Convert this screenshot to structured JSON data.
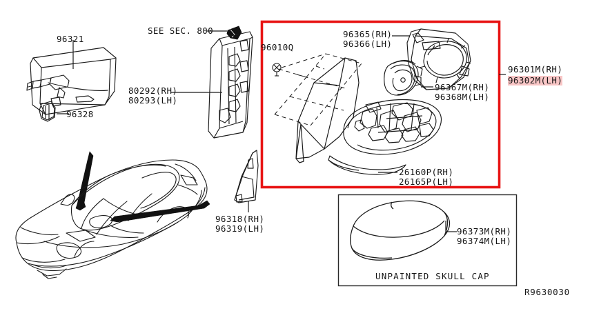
{
  "diagram": {
    "drawing_number": "R9630030",
    "highlight_color": "#f9c6c6",
    "callout_box_color": "#e81414"
  },
  "labels": {
    "inside_mirror": "96321",
    "inside_mirror_base": "96328",
    "see_section": "SEE SEC. 800",
    "trim_rh": "80292(RH)",
    "trim_lh": "80293(LH)",
    "screw": "96010Q",
    "glass_holder_rh": "96365(RH)",
    "glass_holder_lh": "96366(LH)",
    "actuator_rh": "96367M(RH)",
    "actuator_lh": "96368M(LH)",
    "mirror_assy_rh": "96301M(RH)",
    "mirror_assy_lh": "96302M(LH)",
    "lamp_rh": "26160P(RH)",
    "lamp_lh": "26165P(LH)",
    "corner_cover_rh": "96318(RH)",
    "corner_cover_lh": "96319(LH)",
    "skull_cap_rh": "96373M(RH)",
    "skull_cap_lh": "96374M(LH)",
    "skull_cap_caption": "UNPAINTED SKULL CAP"
  }
}
